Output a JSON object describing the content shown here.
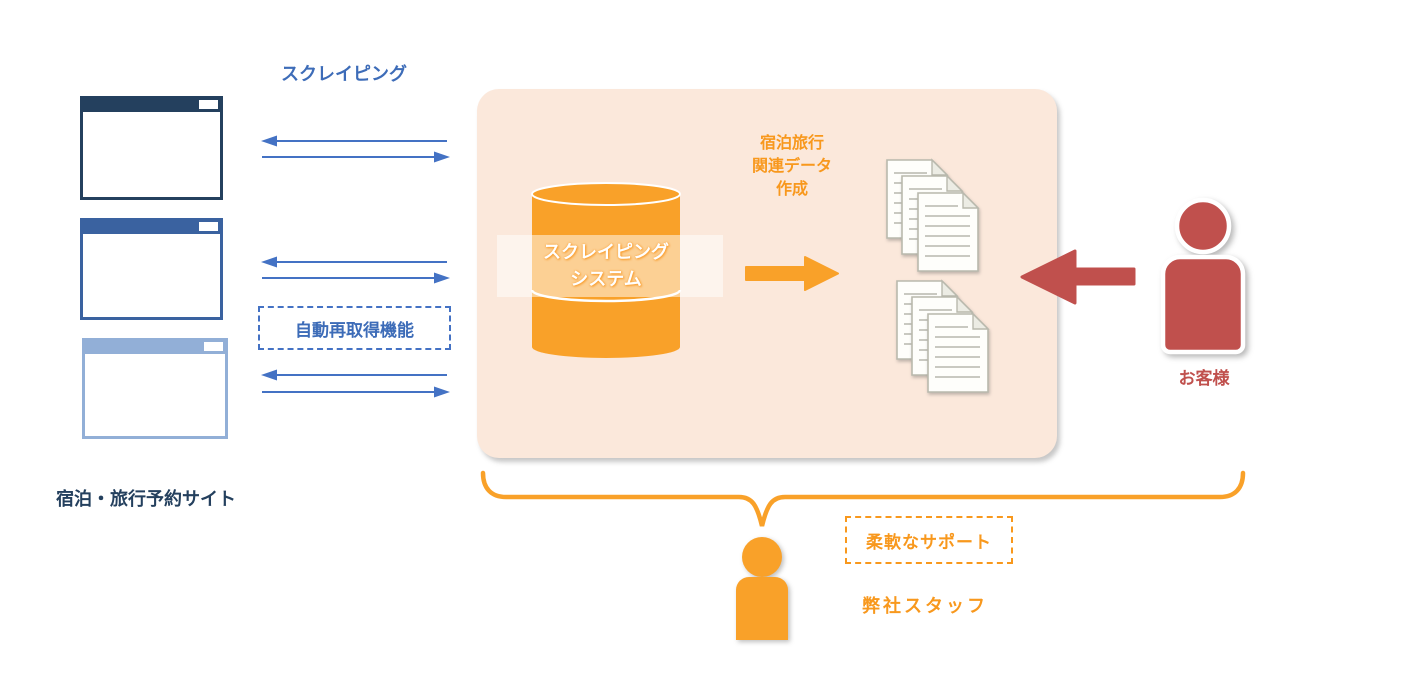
{
  "colors": {
    "navy": "#24405E",
    "mid-blue": "#3A62A0",
    "light-blue": "#92AFD7",
    "blue": "#4472C4",
    "blue-text": "#3D6CB8",
    "orange": "#F9A129",
    "orange-text": "#F8981D",
    "peach": "#FBE8DB",
    "red": "#C0504D",
    "page-border": "#B9B9AD",
    "page-line": "#C9C9C1"
  },
  "diagram": {
    "scraping_flow_label": "スクレイピング",
    "booking_sites": {
      "label": "宿泊・旅行予約サイト",
      "windows": [
        {
          "name": "site-window-top",
          "titlebar_color": "#24405E"
        },
        {
          "name": "site-window-middle",
          "titlebar_color": "#3A62A0"
        },
        {
          "name": "site-window-bottom",
          "titlebar_color": "#92AFD7"
        }
      ]
    },
    "auto_refetch_badge": "自動再取得機能",
    "system": {
      "cylinder_label": "スクレイピング\nシステム",
      "output_caption": "宿泊旅行\n関連データ\n作成"
    },
    "customer": {
      "label": "お客様"
    },
    "staff": {
      "label": "弊社スタッフ",
      "support_badge": "柔軟なサポート"
    },
    "icons": {
      "browser-window-icon": "css-rect",
      "database-cylinder-icon": "svg-cylinder",
      "document-stack-icon": "svg-pages",
      "customer-person-icon": "svg-person-red",
      "staff-person-icon": "svg-person-orange",
      "bidirectional-arrows-icon": "svg-lines",
      "block-arrow-right-icon": "svg-polygon-orange",
      "block-arrow-left-icon": "svg-polygon-red",
      "curly-brace-icon": "svg-path"
    }
  }
}
